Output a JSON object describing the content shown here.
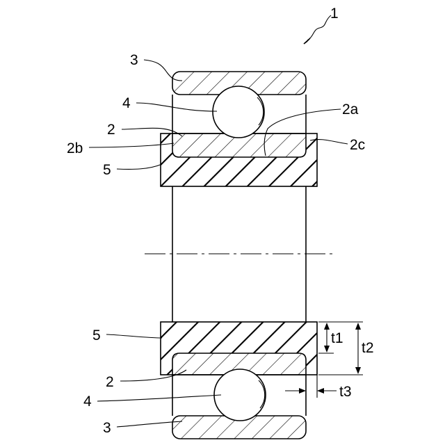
{
  "labels": {
    "assembly": "1",
    "outer_ring_top": "3",
    "ball_top": "4",
    "inner_ring_top": "2",
    "raceway": "2a",
    "edge_left": "2b",
    "edge_right": "2c",
    "resin_top": "5",
    "resin_bottom": "5",
    "inner_ring_bottom": "2",
    "ball_bottom": "4",
    "outer_ring_bottom": "3",
    "dim_t1": "t1",
    "dim_t2": "t2",
    "dim_t3": "t3"
  }
}
